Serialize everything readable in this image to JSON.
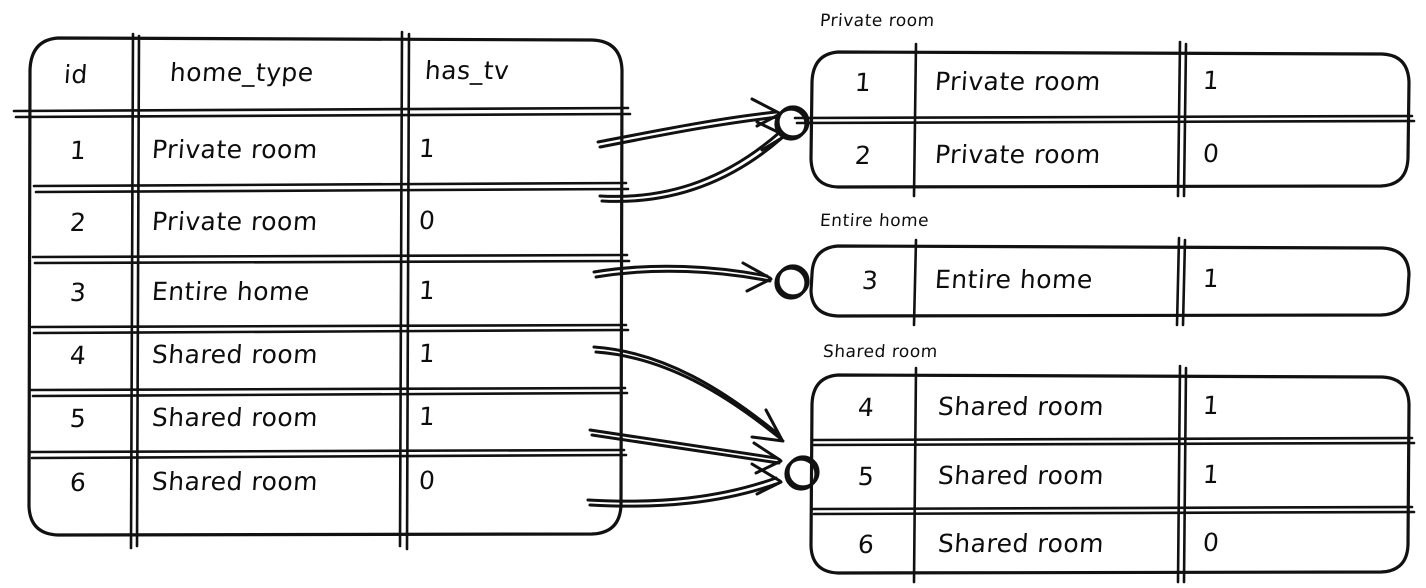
{
  "diagram": {
    "type": "group-by-split",
    "background": "#ffffff",
    "stroke": "#111111"
  },
  "source_table": {
    "name": "source-table",
    "columns": [
      "id",
      "home_type",
      "has_tv"
    ],
    "rows": [
      {
        "id": "1",
        "home_type": "Private room",
        "has_tv": "1"
      },
      {
        "id": "2",
        "home_type": "Private room",
        "has_tv": "0"
      },
      {
        "id": "3",
        "home_type": "Entire home",
        "has_tv": "1"
      },
      {
        "id": "4",
        "home_type": "Shared room",
        "has_tv": "1"
      },
      {
        "id": "5",
        "home_type": "Shared room",
        "has_tv": "1"
      },
      {
        "id": "6",
        "home_type": "Shared room",
        "has_tv": "0"
      }
    ]
  },
  "groups": [
    {
      "label": "Private room",
      "rows": [
        {
          "id": "1",
          "home_type": "Private room",
          "has_tv": "1"
        },
        {
          "id": "2",
          "home_type": "Private room",
          "has_tv": "0"
        }
      ]
    },
    {
      "label": "Entire home",
      "rows": [
        {
          "id": "3",
          "home_type": "Entire home",
          "has_tv": "1"
        }
      ]
    },
    {
      "label": "Shared room",
      "rows": [
        {
          "id": "4",
          "home_type": "Shared room",
          "has_tv": "1"
        },
        {
          "id": "5",
          "home_type": "Shared room",
          "has_tv": "1"
        },
        {
          "id": "6",
          "home_type": "Shared room",
          "has_tv": "0"
        }
      ]
    }
  ],
  "connectors": [
    {
      "from_row": "1",
      "to_group": "Private room"
    },
    {
      "from_row": "2",
      "to_group": "Private room"
    },
    {
      "from_row": "3",
      "to_group": "Entire home"
    },
    {
      "from_row": "4",
      "to_group": "Shared room"
    },
    {
      "from_row": "5",
      "to_group": "Shared room"
    },
    {
      "from_row": "6",
      "to_group": "Shared room"
    }
  ]
}
